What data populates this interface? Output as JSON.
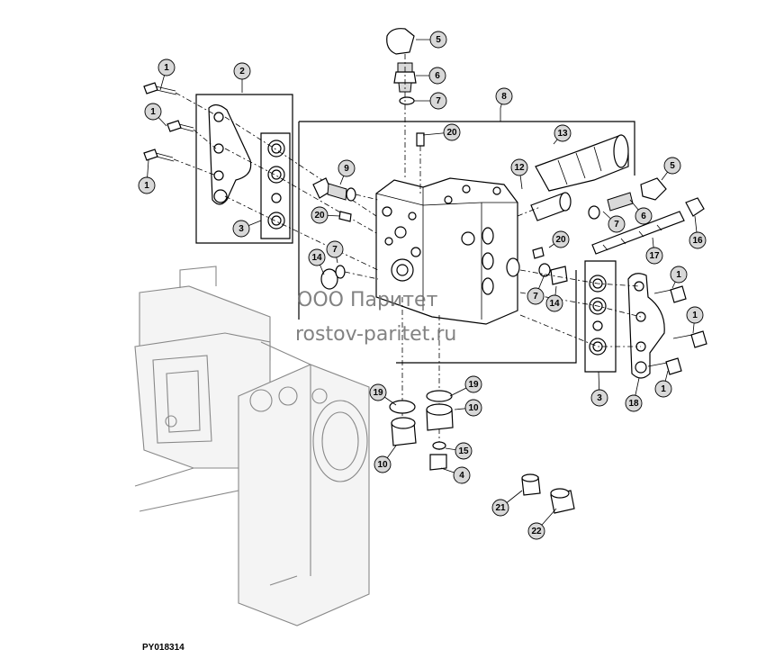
{
  "figure_id": "PY018314",
  "watermark": {
    "line1": "ООО Паритет",
    "line2": "rostov-paritet.ru"
  },
  "callouts": [
    "1",
    "1",
    "1",
    "2",
    "3",
    "5",
    "6",
    "7",
    "8",
    "20",
    "9",
    "20",
    "7",
    "14",
    "13",
    "12",
    "5",
    "7",
    "6",
    "16",
    "20",
    "17",
    "7",
    "14",
    "1",
    "1",
    "1",
    "3",
    "18",
    "19",
    "19",
    "10",
    "10",
    "15",
    "4",
    "21",
    "22"
  ],
  "colors": {
    "callout_fill": "#d8d8d8",
    "line": "#000000",
    "ghost": "#888888"
  }
}
